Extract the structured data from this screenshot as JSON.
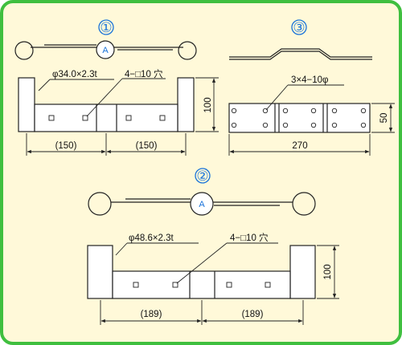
{
  "figure1": {
    "number": "①",
    "center_label": "A",
    "pipe_label": "φ34.0×2.3t",
    "hole_label": "4−□10 穴",
    "height_label": "100",
    "width_left": "(150)",
    "width_right": "(150)"
  },
  "figure2": {
    "number": "②",
    "center_label": "A",
    "pipe_label": "φ48.6×2.3t",
    "hole_label": "4−□10 穴",
    "height_label": "100",
    "width_left": "(189)",
    "width_right": "(189)"
  },
  "figure3": {
    "number": "③",
    "hole_label": "3×4−10φ",
    "height_label": "50",
    "width_label": "270"
  },
  "colors": {
    "border": "#3fbf3f",
    "background": "#fff9d9",
    "number": "#1a73d9",
    "line": "#222222"
  }
}
